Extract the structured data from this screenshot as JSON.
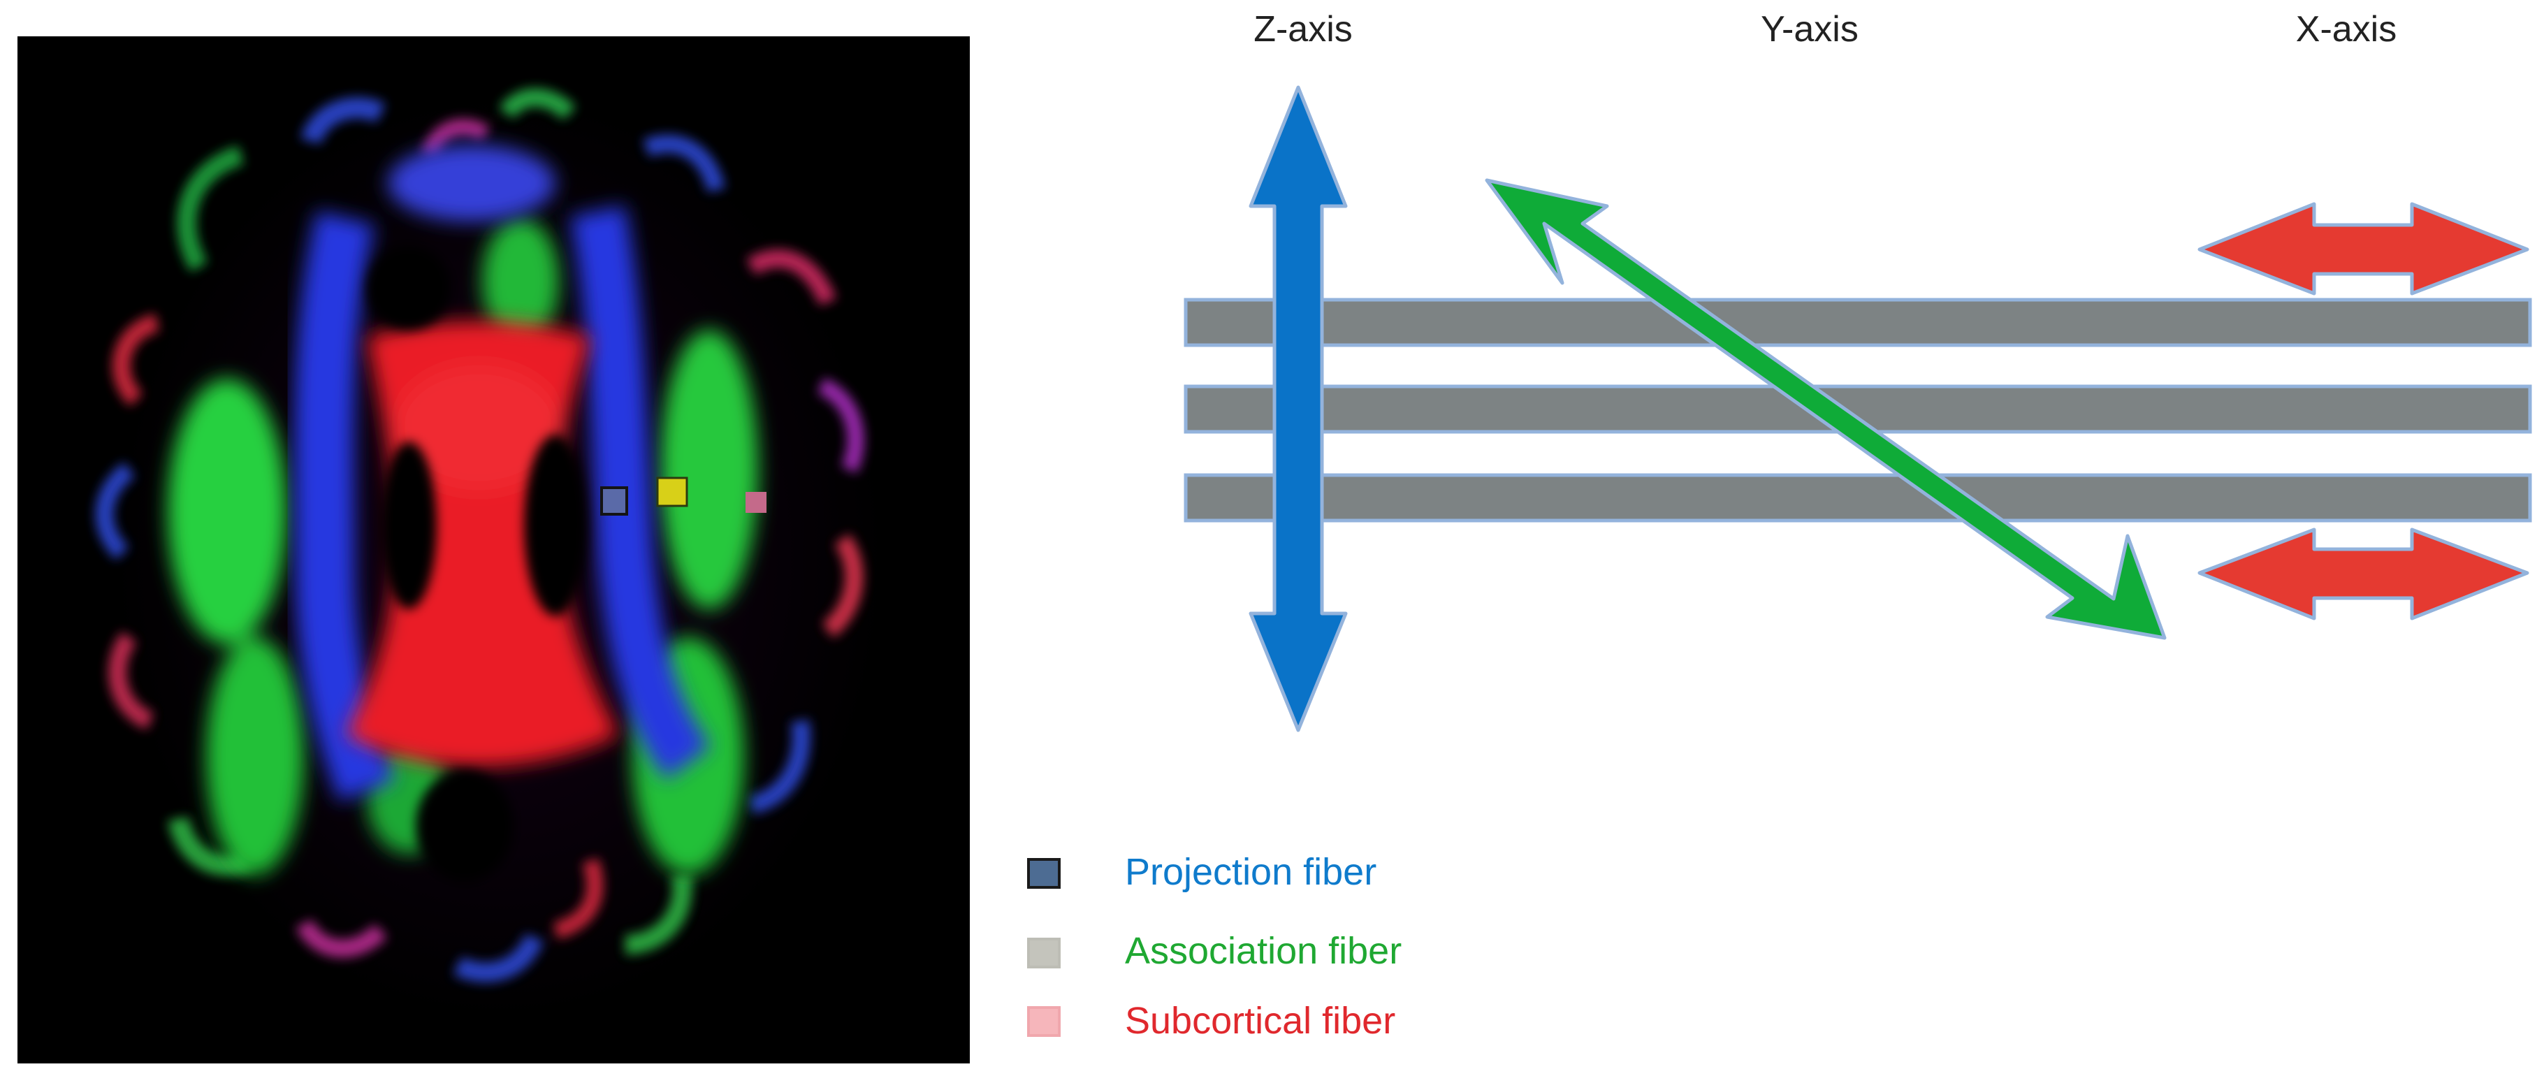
{
  "axes": {
    "z": "Z-axis",
    "y": "Y-axis",
    "x": "X-axis"
  },
  "legend": [
    {
      "label": "Projection fiber",
      "text_color": "#0f7bcc",
      "swatch_fill": "#4d6c93",
      "swatch_border": "#1a1a1a"
    },
    {
      "label": "Association fiber",
      "text_color": "#1fa832",
      "swatch_fill": "#c4c4bc",
      "swatch_border": "#bdbdb5"
    },
    {
      "label": "Subcortical fiber",
      "text_color": "#e0282d",
      "swatch_fill": "#f6b6bb",
      "swatch_border": "#f0a7ad"
    }
  ],
  "colors": {
    "z_arrow": "#0a73c8",
    "y_arrow": "#0fab38",
    "x_arrow": "#e53a31",
    "fiber_bar": "#7d8384",
    "arrow_outline": "#93b3dc"
  },
  "image": {
    "subject": "DTI color-coded axial brain map",
    "markers": [
      "blue-square",
      "yellow-square",
      "pink-square"
    ]
  }
}
